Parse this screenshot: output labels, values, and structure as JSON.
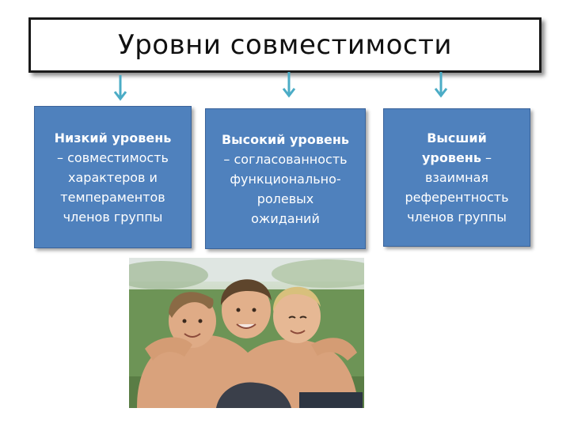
{
  "title": "Уровни совместимости",
  "levels": [
    {
      "head": "Низкий уровень",
      "lines": [
        "– совместимость",
        "характеров и",
        "темпераментов",
        "членов группы"
      ]
    },
    {
      "head": "Высокий уровень",
      "lines": [
        "– согласованность",
        "функционально-",
        "ролевых",
        "ожиданий"
      ]
    },
    {
      "head": "Высший",
      "head2": "уровень",
      "tail": " –",
      "lines": [
        "взаимная",
        "референтность",
        "членов группы"
      ]
    }
  ],
  "colors": {
    "box_fill": "#4f81bd",
    "arrow": "#4bacc6",
    "title_border": "#1a1a1a"
  },
  "photo": {
    "subject": "three-boys-hugging-outdoors"
  }
}
